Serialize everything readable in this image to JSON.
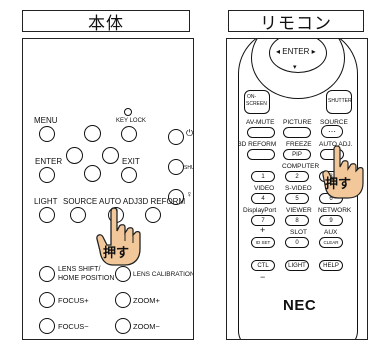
{
  "headers": {
    "main_unit": "本体",
    "remote": "リモコン"
  },
  "main_unit": {
    "menu": "MENU",
    "key_lock": "KEY LOCK",
    "enter": "ENTER",
    "exit": "EXIT",
    "shutter": "SHUTTER",
    "light": "LIGHT",
    "source": "SOURCE",
    "auto_adj": "AUTO ADJ",
    "reform": "3D REFORM",
    "lens_shift_1": "LENS SHIFT/",
    "lens_shift_2": "HOME POSITION",
    "lens_calibration": "LENS CALIBRATION",
    "focus_plus": "FOCUS+",
    "zoom_plus": "ZOOM+",
    "focus_minus": "FOCUS−",
    "zoom_minus": "ZOOM−",
    "push": "押す"
  },
  "remote": {
    "enter": "ENTER",
    "on_screen_1": "ON-",
    "on_screen_2": "SCREEN",
    "shutter": "SHUTTER",
    "av_mute": "AV-MUTE",
    "picture": "PICTURE",
    "source": "SOURCE",
    "reform": "3D REFORM",
    "freeze": "FREEZE",
    "pip": "PIP",
    "auto_adj": "AUTO ADJ.",
    "computer": "COMPUTER",
    "k1": "1",
    "k2": "2",
    "k3": "3",
    "video": "VIDEO",
    "s_video": "S-VIDEO",
    "k4": "4",
    "k5": "5",
    "k6": "6",
    "displayport": "DisplayPort",
    "viewer": "VIEWER",
    "network": "NETWORK",
    "k7": "7",
    "k8": "8",
    "k9": "9",
    "slot": "SLOT",
    "aux": "AUX",
    "plus": "+",
    "id_set": "ID SET",
    "k0": "0",
    "clear": "CLEAR",
    "ctl": "CTL",
    "light": "LIGHT",
    "help": "HELP",
    "minus": "−",
    "brand": "NEC",
    "push": "押す"
  }
}
